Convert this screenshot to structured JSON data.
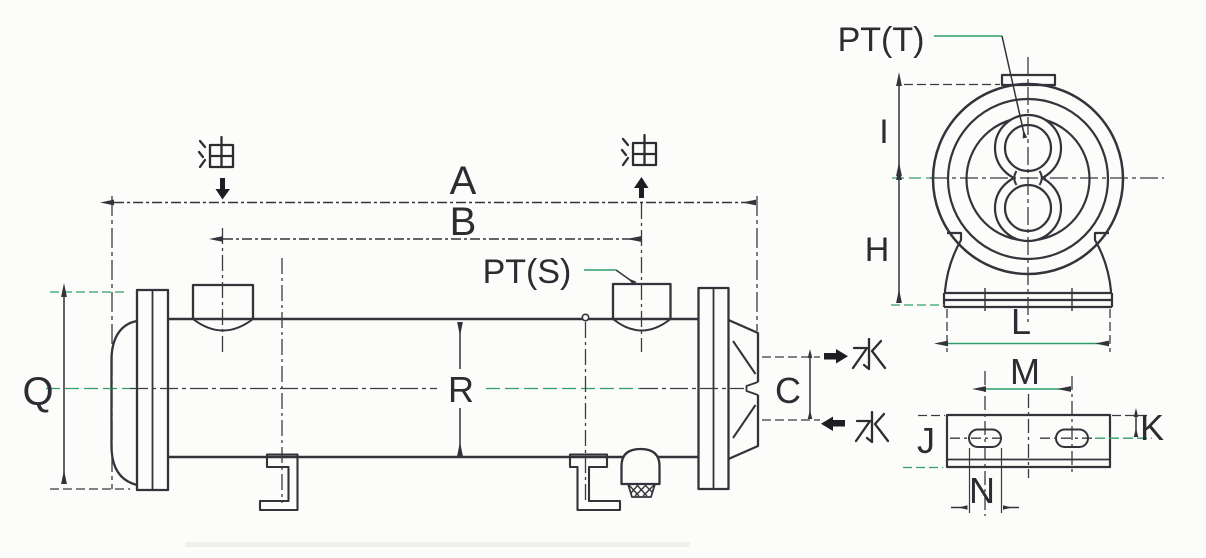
{
  "page": {
    "kind": "scanned engineering dimensional drawing",
    "subject": "shell-and-tube oil cooler",
    "background": "#fcfcfa"
  },
  "colors": {
    "line": "#33333b",
    "accent_green": "#2f9e68"
  },
  "side_view": {
    "dim_overall_length": "A",
    "dim_oil_port_spacing": "B",
    "dim_water_port_offset": "C",
    "dim_overall_height": "Q",
    "dim_shell_diameter": "R",
    "oil_inlet_label": "油",
    "oil_outlet_label": "油",
    "oil_thread_label": "PT(S)",
    "water_outlet_label": "水",
    "water_inlet_label": "水"
  },
  "end_view": {
    "dim_center_to_top": "I",
    "dim_center_to_base": "H",
    "dim_base_width": "L",
    "water_thread_label": "PT(T)"
  },
  "foot_view": {
    "dim_slot_spacing": "M",
    "dim_edge_to_slot_center": "K",
    "dim_slot_width": "N",
    "foot_label": "J"
  }
}
